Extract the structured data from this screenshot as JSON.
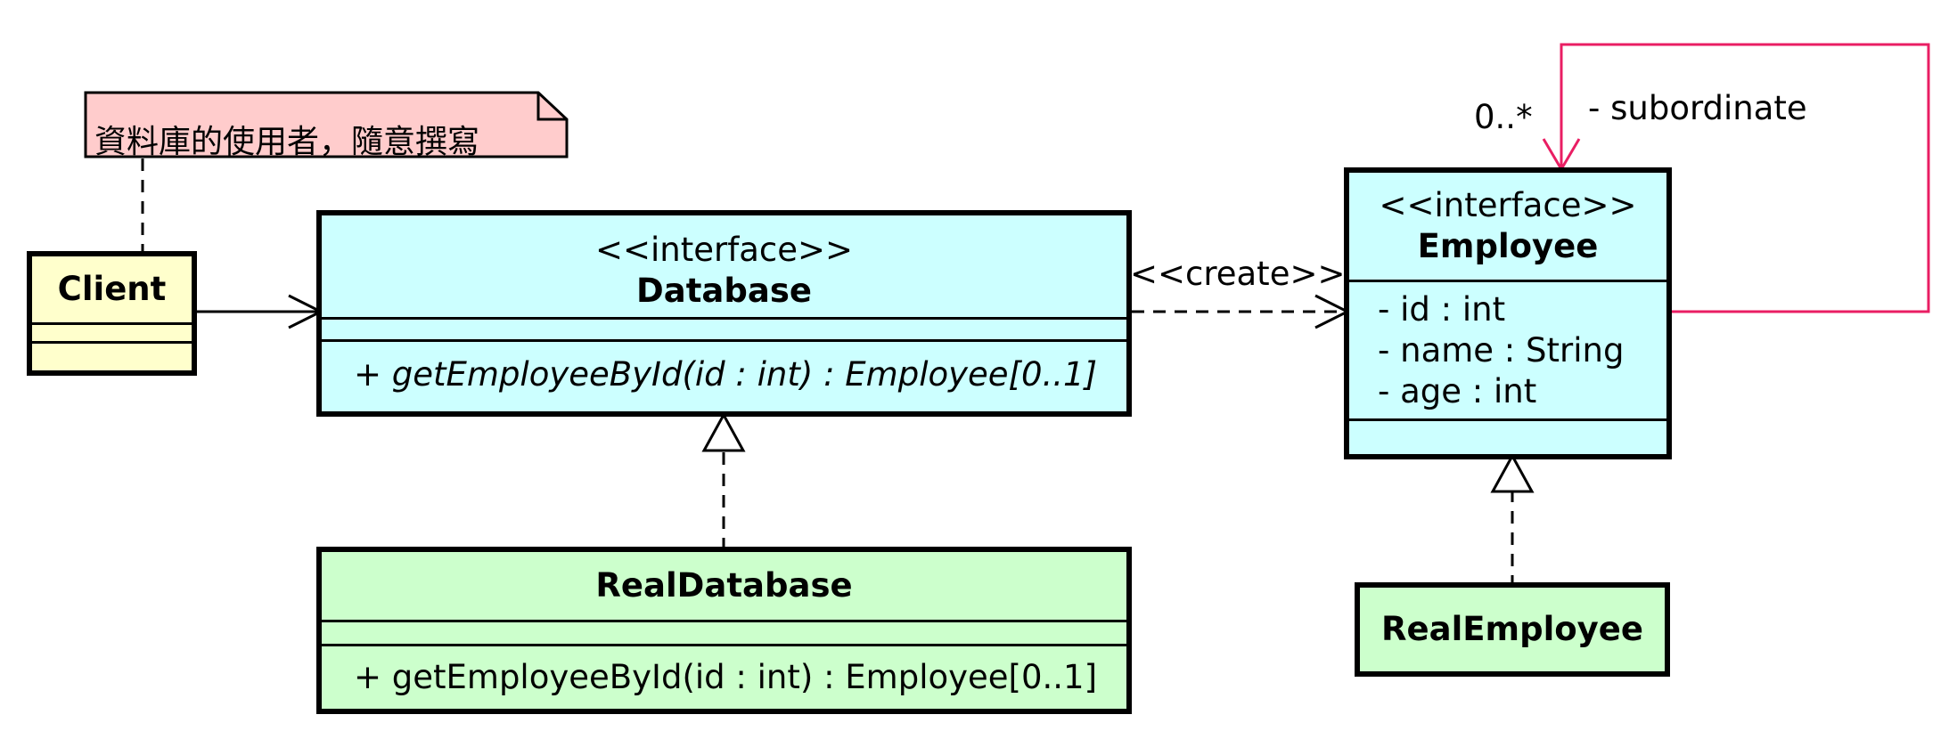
{
  "colors": {
    "interface_fill": "#ccffff",
    "implementation_fill": "#ccffcc",
    "client_fill": "#ffffcc",
    "note_fill": "#ffcccc",
    "self_association": "#e91e63",
    "stroke": "#000000"
  },
  "note": {
    "text": "資料庫的使用者，隨意撰寫"
  },
  "client": {
    "name": "Client"
  },
  "database": {
    "stereotype": "<<interface>>",
    "name": "Database",
    "methods": [
      "+ getEmployeeById(id : int) : Employee[0..1]"
    ]
  },
  "real_database": {
    "name": "RealDatabase",
    "methods": [
      "+ getEmployeeById(id : int) : Employee[0..1]"
    ]
  },
  "employee": {
    "stereotype": "<<interface>>",
    "name": "Employee",
    "attributes": [
      "- id : int",
      "- name : String",
      "- age : int"
    ]
  },
  "real_employee": {
    "name": "RealEmployee"
  },
  "relations": {
    "create_label": "<<create>>",
    "self_role": "- subordinate",
    "self_multiplicity": "0..*"
  }
}
